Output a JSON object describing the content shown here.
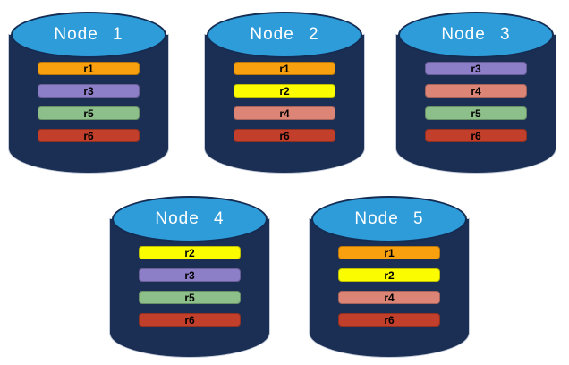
{
  "diagram": {
    "description_colors": {
      "cylinder_body": "#1B2F55",
      "cylinder_top": "#2F9CDA",
      "title_text": "#FFFFFF",
      "bar_text": "#000000",
      "background": "#FFFFFF"
    }
  },
  "nodes": [
    {
      "label": "Node 1",
      "replicas": [
        {
          "label": "r1",
          "color": "#F9A00F"
        },
        {
          "label": "r3",
          "color": "#8C7EC7"
        },
        {
          "label": "r5",
          "color": "#8CBF8A"
        },
        {
          "label": "r6",
          "color": "#C23F2B"
        }
      ]
    },
    {
      "label": "Node 2",
      "replicas": [
        {
          "label": "r1",
          "color": "#F9A00F"
        },
        {
          "label": "r2",
          "color": "#FCFC00"
        },
        {
          "label": "r4",
          "color": "#DC8577"
        },
        {
          "label": "r6",
          "color": "#C23F2B"
        }
      ]
    },
    {
      "label": "Node 3",
      "replicas": [
        {
          "label": "r3",
          "color": "#8C7EC7"
        },
        {
          "label": "r4",
          "color": "#DC8577"
        },
        {
          "label": "r5",
          "color": "#8CBF8A"
        },
        {
          "label": "r6",
          "color": "#C23F2B"
        }
      ]
    },
    {
      "label": "Node 4",
      "replicas": [
        {
          "label": "r2",
          "color": "#FCFC00"
        },
        {
          "label": "r3",
          "color": "#8C7EC7"
        },
        {
          "label": "r5",
          "color": "#8CBF8A"
        },
        {
          "label": "r6",
          "color": "#C23F2B"
        }
      ]
    },
    {
      "label": "Node 5",
      "replicas": [
        {
          "label": "r1",
          "color": "#F9A00F"
        },
        {
          "label": "r2",
          "color": "#FCFC00"
        },
        {
          "label": "r4",
          "color": "#DC8577"
        },
        {
          "label": "r6",
          "color": "#C23F2B"
        }
      ]
    }
  ]
}
